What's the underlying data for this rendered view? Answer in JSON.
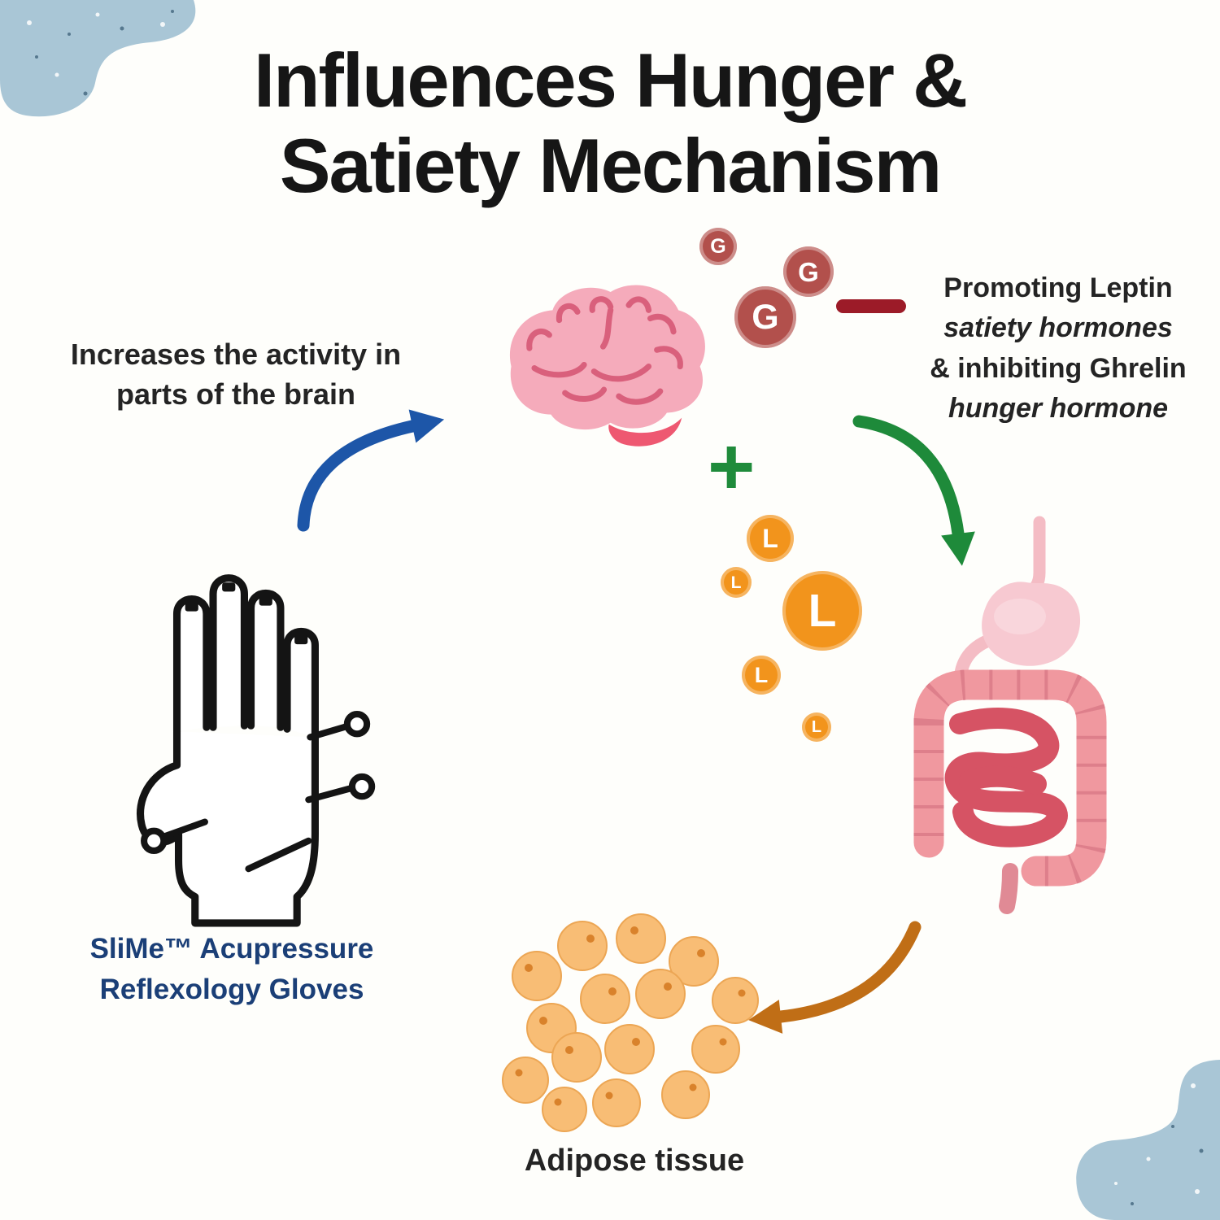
{
  "title": {
    "line1": "Influences Hunger &",
    "line2": "Satiety Mechanism"
  },
  "brain_label": {
    "line1": "Increases the activity in",
    "line2": "parts of the brain"
  },
  "hormone_label": {
    "line1": "Promoting Leptin",
    "line2": "satiety hormones",
    "line3": "& inhibiting Ghrelin",
    "line4": "hunger hormone"
  },
  "product_label": {
    "line1": "SliMe™ Acupressure",
    "line2": "Reflexology Gloves"
  },
  "adipose_label": "Adipose tissue",
  "symbols": {
    "ghrelin": "G",
    "leptin": "L",
    "plus": "+"
  },
  "colors": {
    "ghrelin_circle": "#b2504c",
    "leptin_circle": "#f2941c",
    "minus_bar": "#9c1b28",
    "plus_sign": "#1f8b3b",
    "arrow_blue": "#1d56a8",
    "arrow_green": "#1e8a3a",
    "arrow_orange": "#c06e16",
    "brain_pink": "#f5abbb",
    "digestive_pink": "#f0989f",
    "intestine_red": "#d65364",
    "adipose_cell": "#f8bd75",
    "product_text": "#1b3f77",
    "corner_blob": "#a9c6d6",
    "title_text": "#161616"
  }
}
